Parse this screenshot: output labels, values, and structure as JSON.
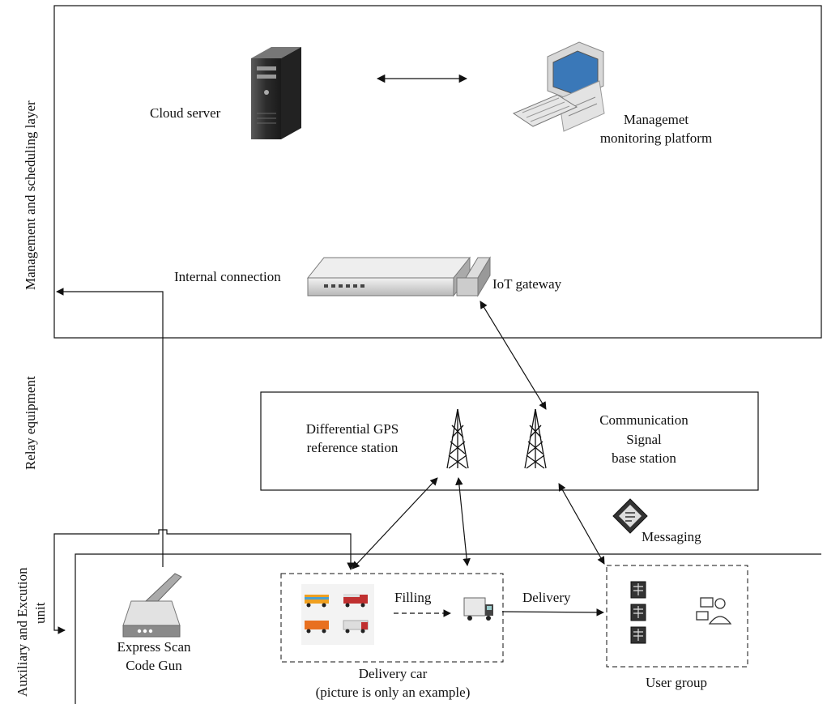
{
  "layers": {
    "management": "Management and scheduling layer",
    "relay": "Relay equipment",
    "auxiliary_line1": "Auxiliary and Excution",
    "auxiliary_line2": "unit"
  },
  "nodes": {
    "cloud_server": "Cloud server",
    "monitoring_line1": "Managemet",
    "monitoring_line2": "monitoring platform",
    "internal_connection": "Internal connection",
    "iot_gateway": "IoT gateway",
    "dgps_line1": "Differential GPS",
    "dgps_line2": "reference station",
    "comm_line1": "Communication",
    "comm_line2": "Signal",
    "comm_line3": "base station",
    "messaging": "Messaging",
    "scan_line1": "Express Scan",
    "scan_line2": "Code Gun",
    "delivery_car_line1": "Delivery car",
    "delivery_car_line2": "(picture is only an example)",
    "user_group": "User group"
  },
  "edges": {
    "filling": "Filling",
    "delivery": "Delivery"
  },
  "colors": {
    "line": "#111111",
    "truck_yellow": "#f0a020",
    "truck_red": "#c03030",
    "device_gray": "#8a8a8a"
  }
}
